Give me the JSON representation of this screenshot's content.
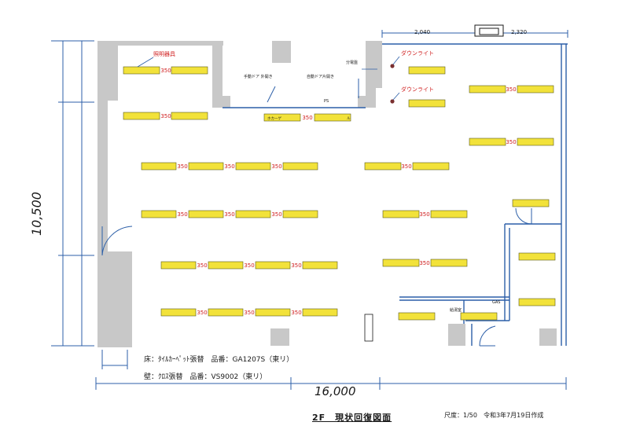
{
  "labels": {
    "lighting_fixture": "照明器具",
    "downlight_1": "ダウンライト",
    "downlight_2": "ダウンライト",
    "door_manual": "手動ドア 外開き",
    "door_auto": "自動ドア片開き",
    "distribution_board": "分電盤",
    "gas": "GAS",
    "hot_water_room": "給湯室",
    "ps": "PS",
    "spacing_350": "350",
    "mat_left": "ホカーゲ",
    "mat_right": "ル"
  },
  "dimensions": {
    "top_1": "2,040",
    "top_2": "2,320",
    "height": "10,500",
    "width": "16,000"
  },
  "notes": {
    "floor": "床：ﾀｲﾙｶｰﾍﾟｯﾄ張替　品番：GA1207S（東リ）",
    "wall": "壁：ｸﾛｽ張替　品番：VS9002（東リ）"
  },
  "footer": {
    "title": "2F　現状回復図面",
    "scale": "尺度：1/50　令和3年7月19日作成"
  },
  "colors": {
    "fixture_fill": "#f2e23a",
    "spacing_text": "#d02020",
    "wall_gray": "#c8c8c8",
    "dim_line": "#2c5fa8",
    "note_red": "#d02020"
  }
}
